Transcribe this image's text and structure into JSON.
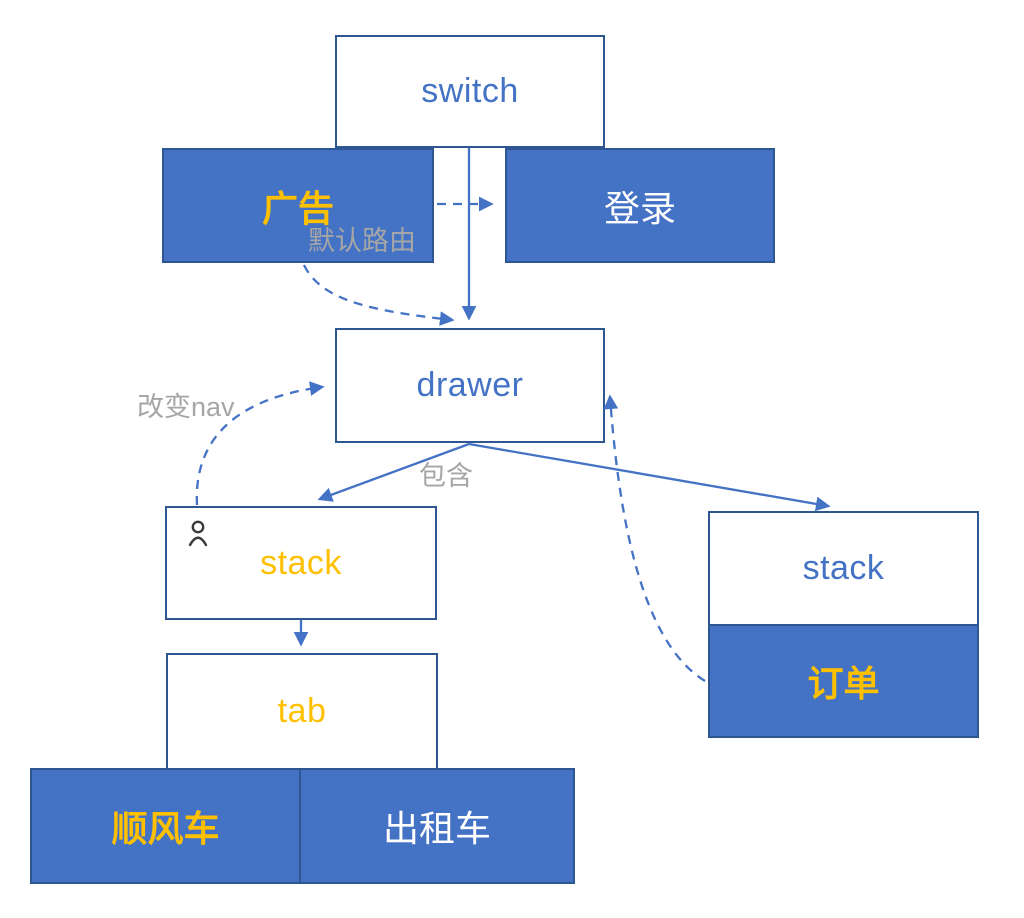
{
  "diagram": {
    "nodes": {
      "switch": {
        "label": "switch"
      },
      "ad": {
        "label": "广告"
      },
      "login": {
        "label": "登录"
      },
      "drawer": {
        "label": "drawer"
      },
      "stack_left": {
        "label": "stack"
      },
      "tab": {
        "label": "tab"
      },
      "hitchhike": {
        "label": "顺风车"
      },
      "taxi": {
        "label": "出租车"
      },
      "stack_right": {
        "label": "stack"
      },
      "order": {
        "label": "订单"
      }
    },
    "edge_labels": {
      "default_route": "默认路由",
      "change_nav": "改变nav",
      "contains": "包含"
    },
    "icons": {
      "person": "person-icon"
    },
    "colors": {
      "canvas_bg": "#ffffff",
      "node_fill_blue": "#4472c4",
      "node_border": "#2e5693",
      "accent_orange": "#ffc000",
      "text_blue": "#4472c4",
      "text_white": "#ffffff",
      "label_gray": "#a6a6a6",
      "arrow_blue": "#4472c4",
      "icon_dark": "#3b3b3b"
    }
  }
}
